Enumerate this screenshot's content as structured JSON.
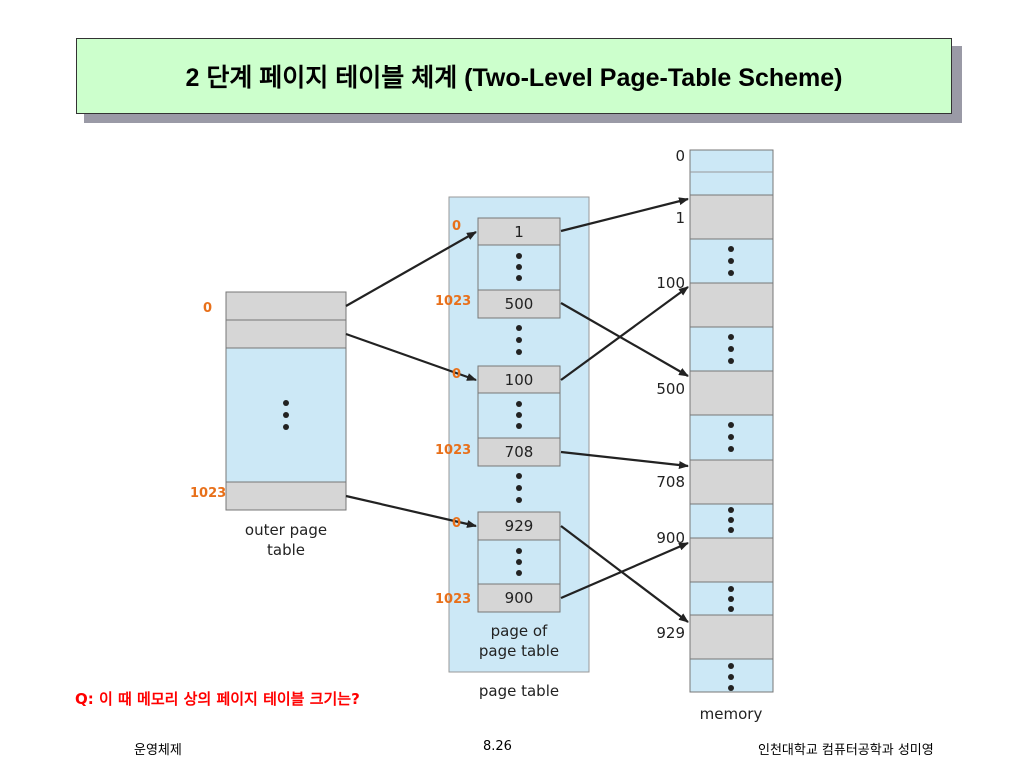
{
  "slide": {
    "title": "2 단계 페이지 테이블 체계 (Two-Level Page-Table Scheme)",
    "question": "Q: 이 때 메모리 상의 페이지 테이블 크기는?",
    "footer_left": "운영체제",
    "footer_center": "8.26",
    "footer_right": "인천대학교 컴퓨터공학과 성미영"
  },
  "diagram": {
    "outer_table": {
      "caption_line1": "outer page",
      "caption_line2": "table",
      "index_top": "0",
      "index_bottom": "1023"
    },
    "page_table_region_label": "page table",
    "page_of_page_table": {
      "caption_line1": "page of",
      "caption_line2": "page table",
      "groups": [
        {
          "first_index": "0",
          "last_index": "1023",
          "first_value": "1",
          "last_value": "500"
        },
        {
          "first_index": "0",
          "last_index": "1023",
          "first_value": "100",
          "last_value": "708"
        },
        {
          "first_index": "0",
          "last_index": "1023",
          "first_value": "929",
          "last_value": "900"
        }
      ]
    },
    "memory": {
      "caption": "memory",
      "labels": [
        "0",
        "1",
        "100",
        "500",
        "708",
        "900",
        "929"
      ]
    },
    "colors": {
      "cell_blue": "#cce8f6",
      "cell_gray": "#d6d6d6",
      "index_orange": "#e8701a",
      "title_bg": "#ccffcc"
    }
  }
}
